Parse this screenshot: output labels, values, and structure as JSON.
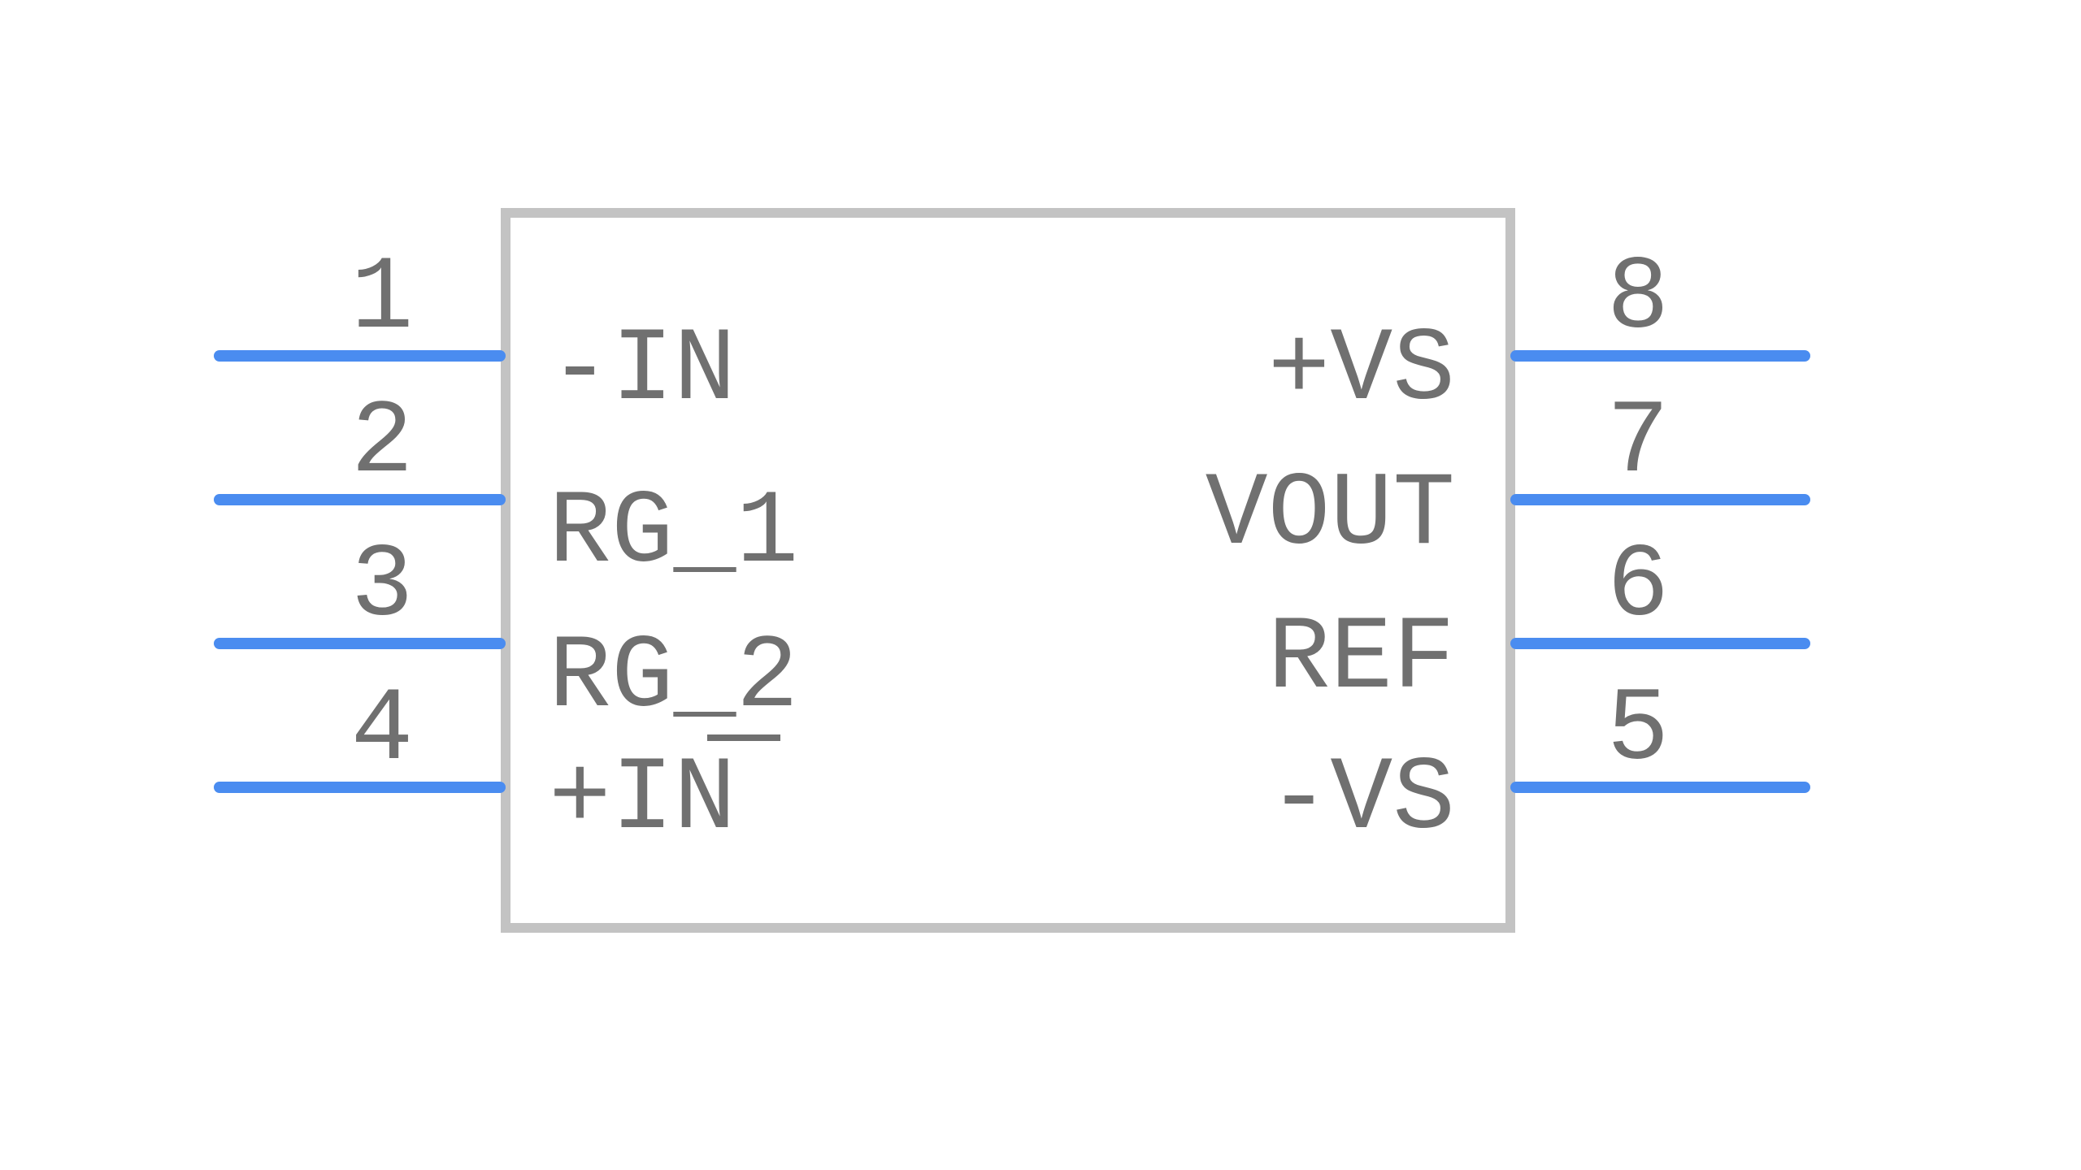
{
  "component": {
    "left_pins": [
      {
        "number": "1",
        "label": "-IN"
      },
      {
        "number": "2",
        "label": "RG_1"
      },
      {
        "number": "3",
        "label": "RG_2"
      },
      {
        "number": "4",
        "label": "+IN"
      }
    ],
    "right_pins": [
      {
        "number": "8",
        "label": "+VS"
      },
      {
        "number": "7",
        "label": "VOUT"
      },
      {
        "number": "6",
        "label": "REF"
      },
      {
        "number": "5",
        "label": "-VS"
      }
    ]
  },
  "colors": {
    "pin": "#4a8cf0",
    "outline": "#c3c3c3",
    "text": "#707070",
    "background": "#ffffff"
  }
}
